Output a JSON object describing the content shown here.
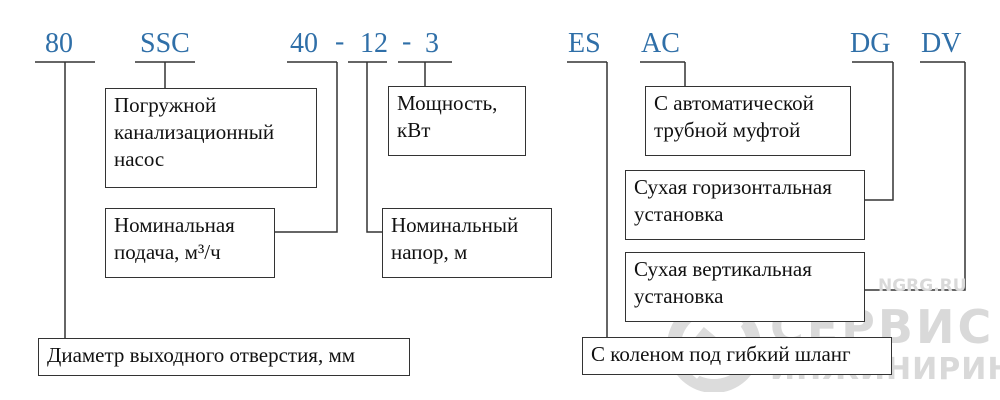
{
  "left": {
    "codes": {
      "c80": "80",
      "ssc": "SSC",
      "c40": "40",
      "c12": "12",
      "c3": "3",
      "dash": "-"
    },
    "boxes": {
      "pump": [
        "Погружной",
        "канализационный",
        "насос"
      ],
      "flow": [
        "Номинальная",
        "подача, м³/ч"
      ],
      "diameter": [
        "Диаметр выходного отверстия, мм"
      ],
      "power": [
        "Мощность,",
        "кВт"
      ],
      "head": [
        "Номинальный",
        "напор, м"
      ]
    }
  },
  "right": {
    "codes": {
      "es": "ES",
      "ac": "AC",
      "dg": "DG",
      "dv": "DV"
    },
    "boxes": {
      "auto": [
        "С автоматической",
        "трубной муфтой"
      ],
      "dry_h": [
        "Сухая горизонтальная",
        "установка"
      ],
      "dry_v": [
        "Сухая вертикальная",
        "установка"
      ],
      "elbow": [
        "С коленом под гибкий шланг"
      ]
    }
  },
  "watermark": {
    "site": "NGRG.RU",
    "brand": "СЕРВИС",
    "sub": "ИНЖИНИРИНГ"
  }
}
